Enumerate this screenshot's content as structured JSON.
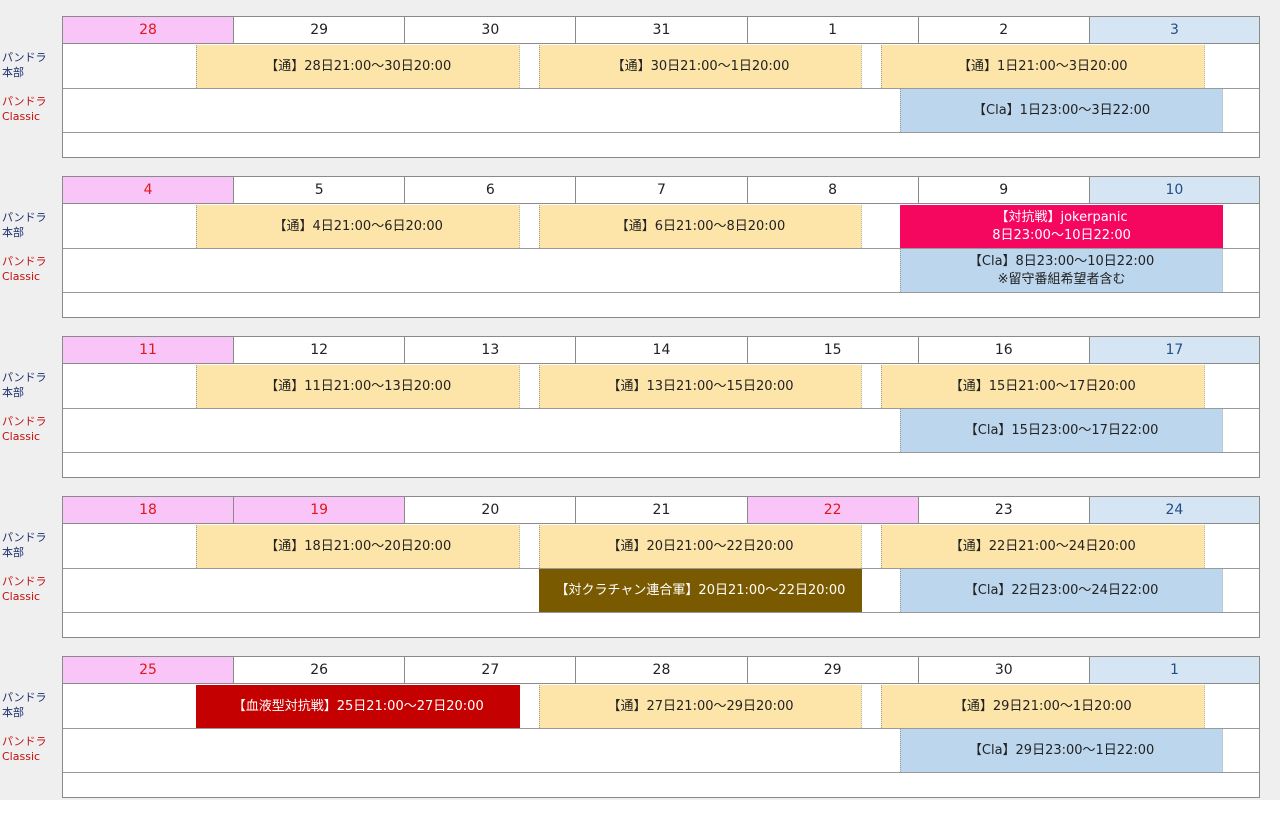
{
  "row_labels": {
    "honbu_line1": "パンドラ",
    "honbu_line2": "本部",
    "classic_line1": "パンドラ",
    "classic_line2": "Classic"
  },
  "colors": {
    "holiday_header": "#f9c4f7",
    "saturday_header": "#d6e5f4",
    "tsu_event": "#fde4a8",
    "cla_event": "#bcd6ee",
    "taikousen_jokerpanic": "#f5065f",
    "kura_chan": "#7a5a00",
    "ketsueki": "#c40000"
  },
  "weeks": [
    {
      "days": [
        {
          "label": "28",
          "type": "holiday"
        },
        {
          "label": "29",
          "type": "normal"
        },
        {
          "label": "30",
          "type": "normal"
        },
        {
          "label": "31",
          "type": "normal"
        },
        {
          "label": "1",
          "type": "normal"
        },
        {
          "label": "2",
          "type": "normal"
        },
        {
          "label": "3",
          "type": "saturday"
        }
      ],
      "events": [
        {
          "row": "honbu",
          "kind": "tsu",
          "start": 0.78,
          "end": 2.67,
          "lines": [
            "【通】28日21:00〜30日20:00"
          ]
        },
        {
          "row": "honbu",
          "kind": "tsu",
          "start": 2.78,
          "end": 4.67,
          "lines": [
            "【通】30日21:00〜1日20:00"
          ]
        },
        {
          "row": "honbu",
          "kind": "tsu",
          "start": 4.78,
          "end": 6.67,
          "lines": [
            "【通】1日21:00〜3日20:00"
          ]
        },
        {
          "row": "classic",
          "kind": "cla",
          "start": 4.89,
          "end": 6.78,
          "lines": [
            "【Cla】1日23:00〜3日22:00"
          ]
        }
      ]
    },
    {
      "days": [
        {
          "label": "4",
          "type": "holiday"
        },
        {
          "label": "5",
          "type": "normal"
        },
        {
          "label": "6",
          "type": "normal"
        },
        {
          "label": "7",
          "type": "normal"
        },
        {
          "label": "8",
          "type": "normal"
        },
        {
          "label": "9",
          "type": "normal"
        },
        {
          "label": "10",
          "type": "saturday"
        }
      ],
      "events": [
        {
          "row": "honbu",
          "kind": "tsu",
          "start": 0.78,
          "end": 2.67,
          "lines": [
            "【通】4日21:00〜6日20:00"
          ]
        },
        {
          "row": "honbu",
          "kind": "tsu",
          "start": 2.78,
          "end": 4.67,
          "lines": [
            "【通】6日21:00〜8日20:00"
          ]
        },
        {
          "row": "honbu",
          "kind": "special",
          "color": "#f5065f",
          "start": 4.89,
          "end": 6.78,
          "lines": [
            "【対抗戦】jokerpanic",
            "8日23:00〜10日22:00"
          ]
        },
        {
          "row": "classic",
          "kind": "cla",
          "start": 4.89,
          "end": 6.78,
          "lines": [
            "【Cla】8日23:00〜10日22:00",
            "※留守番組希望者含む"
          ]
        }
      ]
    },
    {
      "days": [
        {
          "label": "11",
          "type": "holiday"
        },
        {
          "label": "12",
          "type": "normal"
        },
        {
          "label": "13",
          "type": "normal"
        },
        {
          "label": "14",
          "type": "normal"
        },
        {
          "label": "15",
          "type": "normal"
        },
        {
          "label": "16",
          "type": "normal"
        },
        {
          "label": "17",
          "type": "saturday"
        }
      ],
      "events": [
        {
          "row": "honbu",
          "kind": "tsu",
          "start": 0.78,
          "end": 2.67,
          "lines": [
            "【通】11日21:00〜13日20:00"
          ]
        },
        {
          "row": "honbu",
          "kind": "tsu",
          "start": 2.78,
          "end": 4.67,
          "lines": [
            "【通】13日21:00〜15日20:00"
          ]
        },
        {
          "row": "honbu",
          "kind": "tsu",
          "start": 4.78,
          "end": 6.67,
          "lines": [
            "【通】15日21:00〜17日20:00"
          ]
        },
        {
          "row": "classic",
          "kind": "cla",
          "start": 4.89,
          "end": 6.78,
          "lines": [
            "【Cla】15日23:00〜17日22:00"
          ]
        }
      ]
    },
    {
      "days": [
        {
          "label": "18",
          "type": "holiday"
        },
        {
          "label": "19",
          "type": "holiday"
        },
        {
          "label": "20",
          "type": "normal"
        },
        {
          "label": "21",
          "type": "normal"
        },
        {
          "label": "22",
          "type": "holiday"
        },
        {
          "label": "23",
          "type": "normal"
        },
        {
          "label": "24",
          "type": "saturday"
        }
      ],
      "events": [
        {
          "row": "honbu",
          "kind": "tsu",
          "start": 0.78,
          "end": 2.67,
          "lines": [
            "【通】18日21:00〜20日20:00"
          ]
        },
        {
          "row": "honbu",
          "kind": "tsu",
          "start": 2.78,
          "end": 4.67,
          "lines": [
            "【通】20日21:00〜22日20:00"
          ]
        },
        {
          "row": "honbu",
          "kind": "tsu",
          "start": 4.78,
          "end": 6.67,
          "lines": [
            "【通】22日21:00〜24日20:00"
          ]
        },
        {
          "row": "classic",
          "kind": "special",
          "color": "#7a5a00",
          "start": 2.78,
          "end": 4.67,
          "lines": [
            "【対クラチャン連合軍】20日21:00〜22日20:00"
          ]
        },
        {
          "row": "classic",
          "kind": "cla",
          "start": 4.89,
          "end": 6.78,
          "lines": [
            "【Cla】22日23:00〜24日22:00"
          ]
        }
      ]
    },
    {
      "days": [
        {
          "label": "25",
          "type": "holiday"
        },
        {
          "label": "26",
          "type": "normal"
        },
        {
          "label": "27",
          "type": "normal"
        },
        {
          "label": "28",
          "type": "normal"
        },
        {
          "label": "29",
          "type": "normal"
        },
        {
          "label": "30",
          "type": "normal"
        },
        {
          "label": "1",
          "type": "saturday"
        }
      ],
      "events": [
        {
          "row": "honbu",
          "kind": "special",
          "color": "#c40000",
          "start": 0.78,
          "end": 2.67,
          "lines": [
            "【血液型対抗戦】25日21:00〜27日20:00"
          ]
        },
        {
          "row": "honbu",
          "kind": "tsu",
          "start": 2.78,
          "end": 4.67,
          "lines": [
            "【通】27日21:00〜29日20:00"
          ]
        },
        {
          "row": "honbu",
          "kind": "tsu",
          "start": 4.78,
          "end": 6.67,
          "lines": [
            "【通】29日21:00〜1日20:00"
          ]
        },
        {
          "row": "classic",
          "kind": "cla",
          "start": 4.89,
          "end": 6.78,
          "lines": [
            "【Cla】29日23:00〜1日22:00"
          ]
        }
      ]
    }
  ]
}
